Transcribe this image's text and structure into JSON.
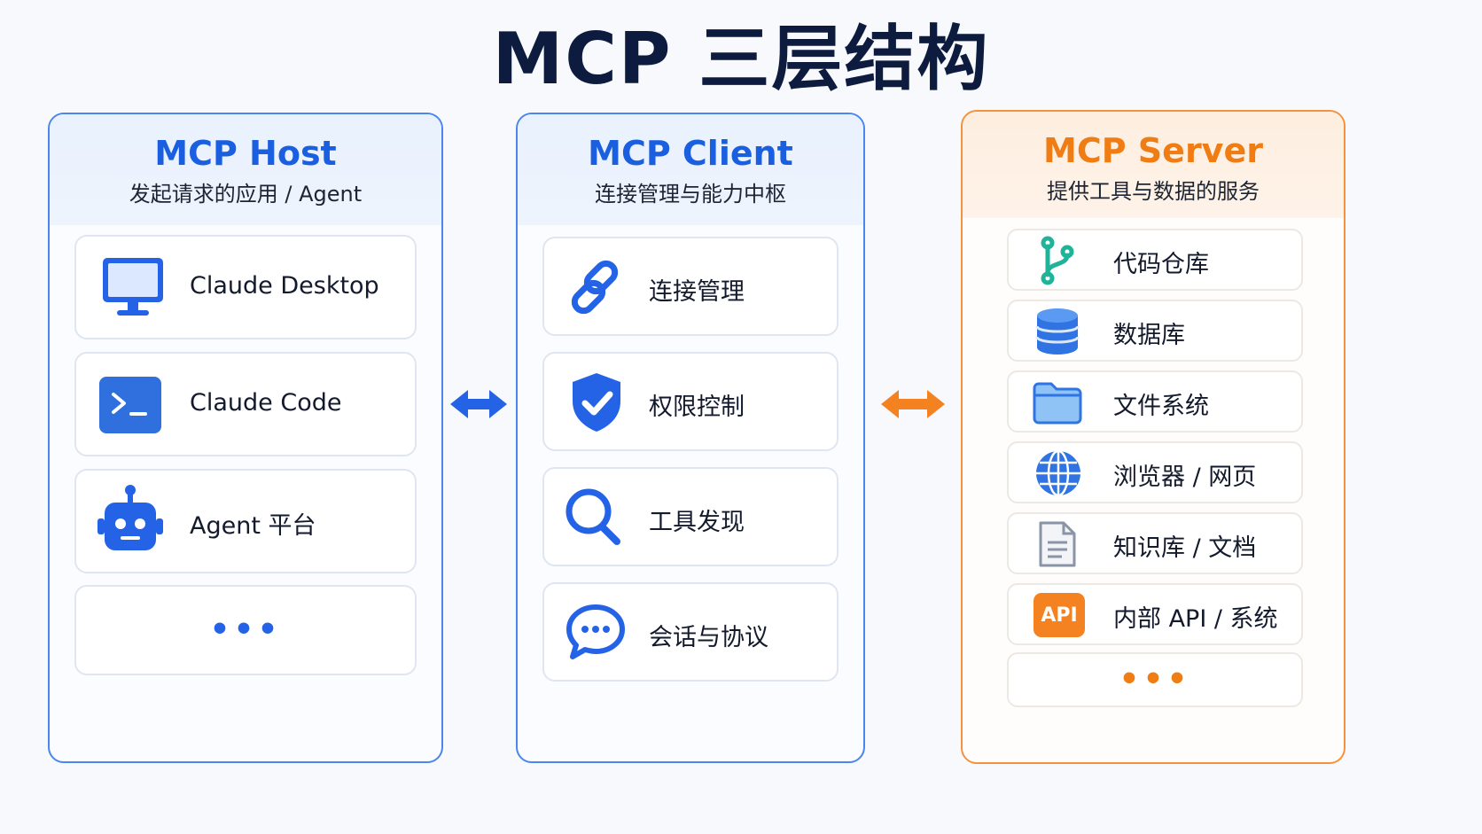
{
  "title": "MCP 三层结构",
  "colors": {
    "blue": "#2563e6",
    "orange": "#f58220",
    "green": "#1fb39a"
  },
  "host": {
    "title": "MCP Host",
    "subtitle": "发起请求的应用 / Agent",
    "items": [
      {
        "label": "Claude Desktop",
        "icon": "monitor-icon"
      },
      {
        "label": "Claude Code",
        "icon": "terminal-icon"
      },
      {
        "label": "Agent 平台",
        "icon": "robot-icon"
      }
    ],
    "more": "•••"
  },
  "client": {
    "title": "MCP Client",
    "subtitle": "连接管理与能力中枢",
    "items": [
      {
        "label": "连接管理",
        "icon": "link-icon"
      },
      {
        "label": "权限控制",
        "icon": "shield-check-icon"
      },
      {
        "label": "工具发现",
        "icon": "search-icon"
      },
      {
        "label": "会话与协议",
        "icon": "chat-bubble-icon"
      }
    ]
  },
  "server": {
    "title": "MCP Server",
    "subtitle": "提供工具与数据的服务",
    "items": [
      {
        "label": "代码仓库",
        "icon": "git-branch-icon"
      },
      {
        "label": "数据库",
        "icon": "database-icon"
      },
      {
        "label": "文件系统",
        "icon": "folder-icon"
      },
      {
        "label": "浏览器 / 网页",
        "icon": "globe-icon"
      },
      {
        "label": "知识库 / 文档",
        "icon": "document-icon"
      },
      {
        "label": "内部 API / 系统",
        "icon": "api-icon",
        "badge": "API"
      }
    ],
    "more": "•••"
  }
}
